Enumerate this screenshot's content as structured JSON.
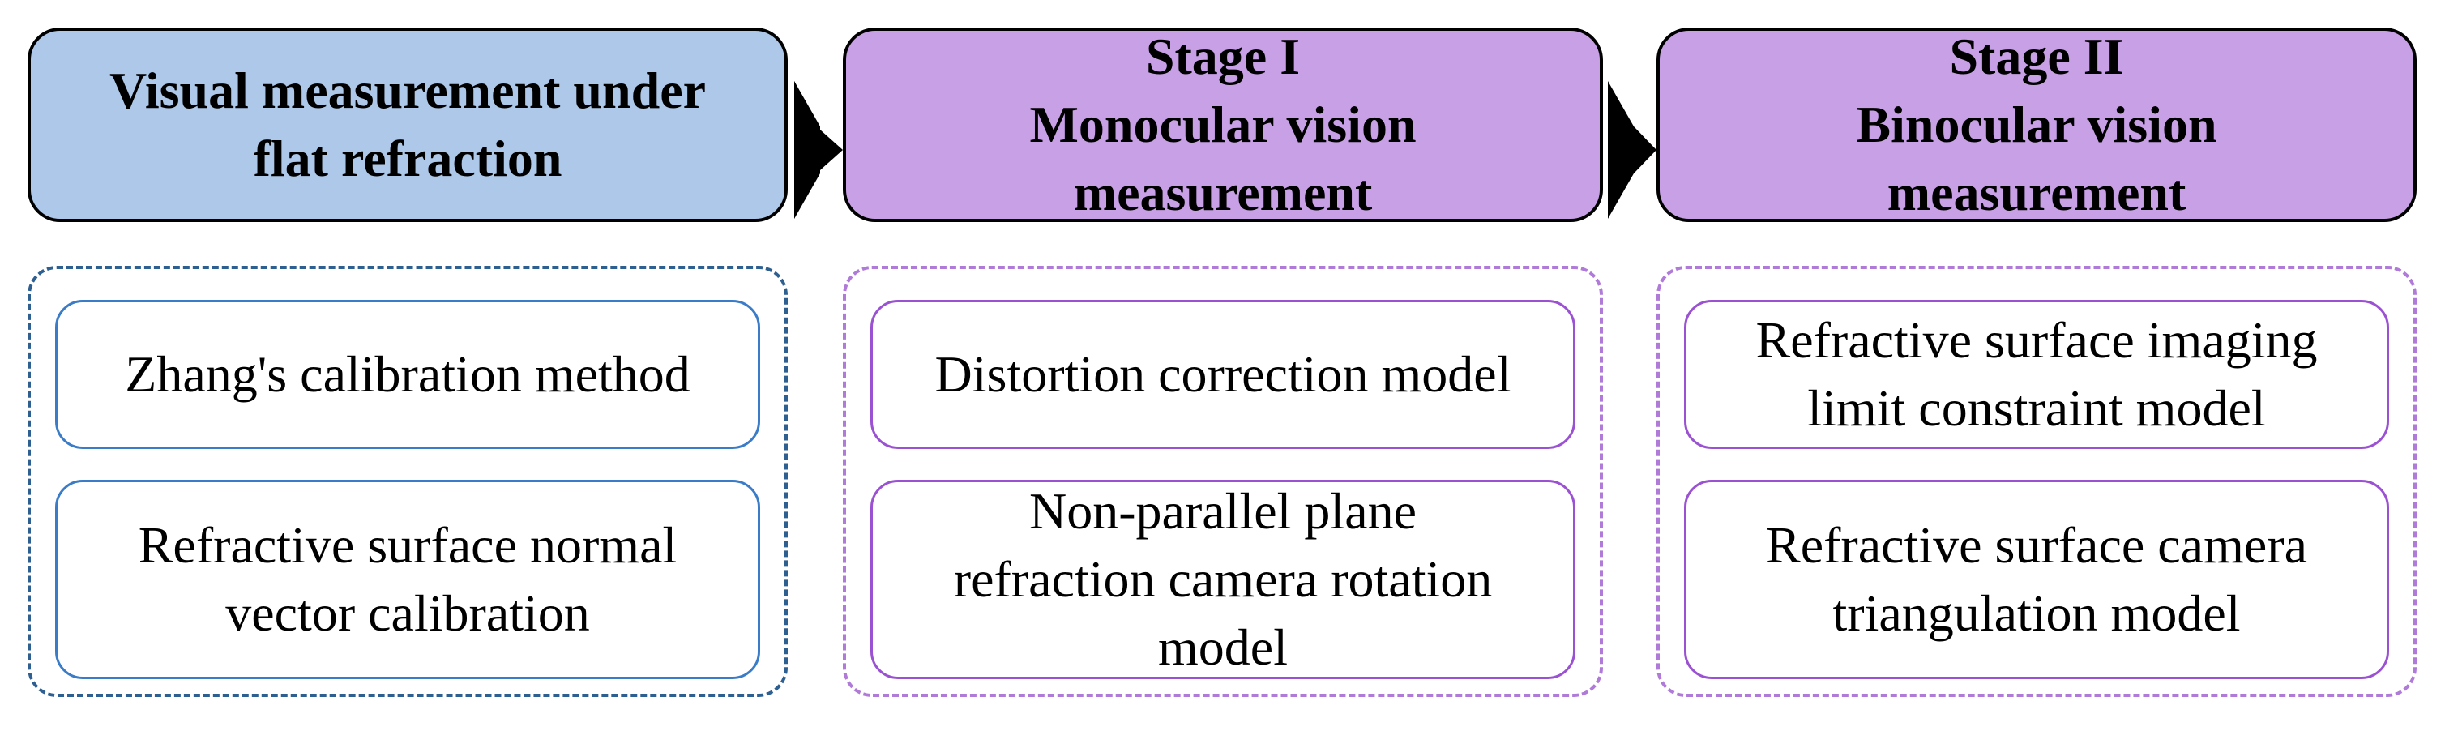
{
  "columns": [
    {
      "header": "Visual measurement under\nflat refraction",
      "color": "#adc8e8",
      "items": [
        "Zhang's calibration method",
        "Refractive surface normal\nvector calibration"
      ]
    },
    {
      "header": "Stage I\nMonocular vision\nmeasurement",
      "color": "#c8a0e6",
      "items": [
        "Distortion correction model",
        "Non-parallel plane\nrefraction camera rotation\nmodel"
      ]
    },
    {
      "header": "Stage II\nBinocular vision\nmeasurement",
      "color": "#c8a0e6",
      "items": [
        "Refractive surface imaging\nlimit constraint model",
        "Refractive surface camera\ntriangulation model"
      ]
    }
  ]
}
